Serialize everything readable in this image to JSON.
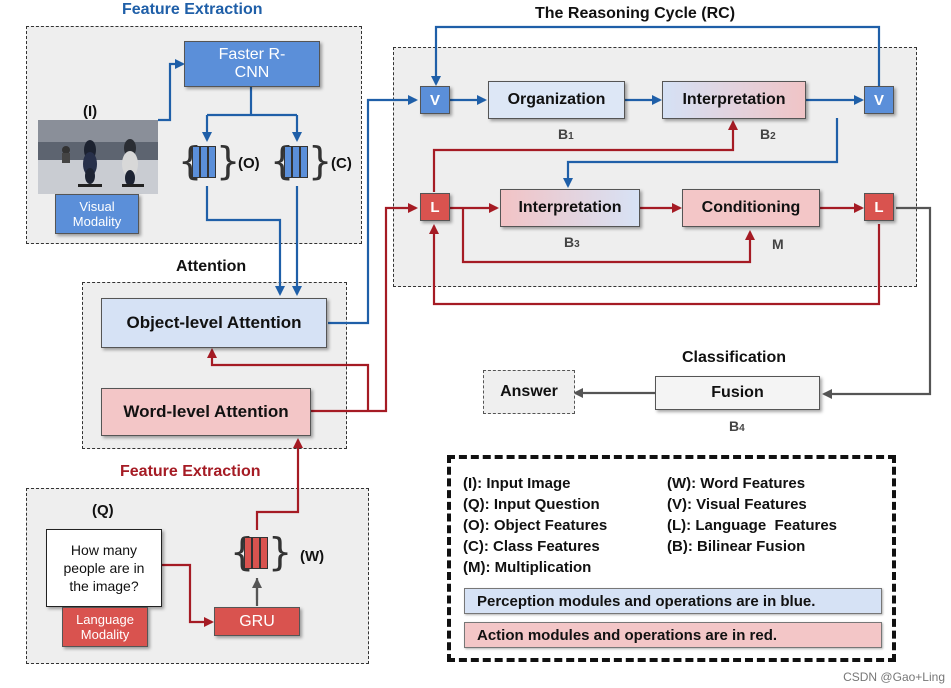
{
  "titles": {
    "feature_extraction_top": "Feature Extraction",
    "reasoning_cycle": "The Reasoning Cycle (RC)",
    "attention": "Attention",
    "feature_extraction_bottom": "Feature Extraction",
    "classification": "Classification"
  },
  "feature_extraction_top": {
    "faster_rcnn": "Faster R-CNN",
    "image_tag": "(I)",
    "visual_modality": "Visual Modality",
    "object_tag": "(O)",
    "class_tag": "(C)"
  },
  "attention": {
    "object_level": "Object-level Attention",
    "word_level": "Word-level Attention"
  },
  "feature_extraction_bottom": {
    "question_tag": "(Q)",
    "question_text": "How many people are in the image?",
    "language_modality": "Language Modality",
    "gru": "GRU",
    "word_tag": "(W)"
  },
  "reasoning": {
    "v_in": "V",
    "organization": "Organization",
    "interpretation_top": "Interpretation",
    "v_out": "V",
    "b1": "B",
    "b1_sub": "1",
    "b2": "B",
    "b2_sub": "2",
    "l_in": "L",
    "interpretation_bottom": "Interpretation",
    "conditioning": "Conditioning",
    "l_out": "L",
    "b3": "B",
    "b3_sub": "3",
    "m": "M"
  },
  "classification": {
    "answer": "Answer",
    "fusion": "Fusion",
    "b4": "B",
    "b4_sub": "4"
  },
  "legend": {
    "left": [
      "(I): Input Image",
      "(Q): Input Question",
      "(O): Object Features",
      "(C): Class Features",
      "(M): Multiplication"
    ],
    "right": [
      "(W): Word Features",
      "(V): Visual Features",
      "(L): Language  Features",
      "(B): Bilinear Fusion"
    ],
    "blue_note": "Perception modules and operations are in blue.",
    "red_note": "Action modules and operations are in red."
  },
  "watermark": "CSDN @Gao+Ling",
  "colors": {
    "perception_blue": "#1f5fa8",
    "action_red": "#a51b24",
    "neutral": "#555555"
  }
}
